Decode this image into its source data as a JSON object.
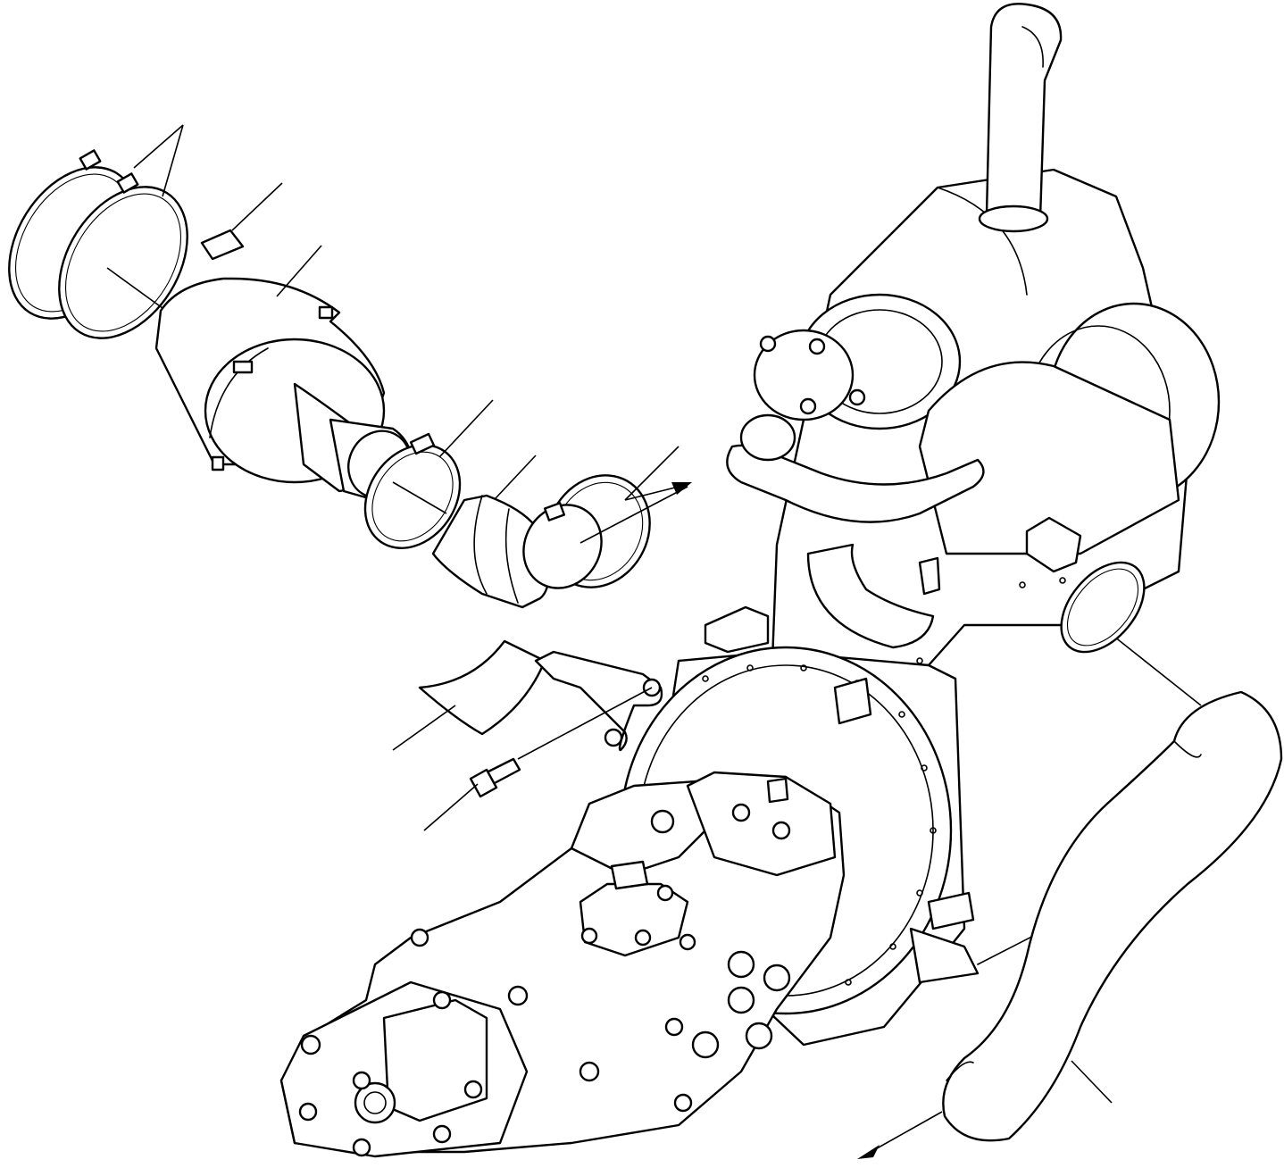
{
  "diagram": {
    "kind": "exploded-parts-view",
    "line_color": "#000000",
    "background_color": "#ffffff",
    "parts": [
      {
        "id": "hose-clamp-pair"
      },
      {
        "id": "label-plate"
      },
      {
        "id": "muffler-adapter"
      },
      {
        "id": "hose-clamp"
      },
      {
        "id": "elbow-hose"
      },
      {
        "id": "exhaust-hose-clamp"
      },
      {
        "id": "heat-shield-bracket"
      },
      {
        "id": "mounting-bolt"
      },
      {
        "id": "exhaust-tail-pipe"
      },
      {
        "id": "engine-assembly"
      },
      {
        "id": "hydraulic-pump-assembly"
      }
    ]
  }
}
